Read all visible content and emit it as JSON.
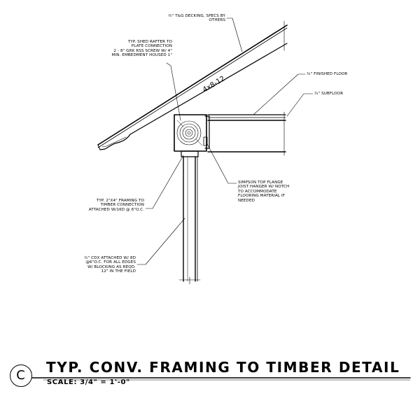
{
  "notes": {
    "decking": [
      "½\" T&G DECKING, SPECS BY",
      "OTHERS"
    ],
    "rafter_connection": [
      "TYP. SHED RAFTER TO",
      "PLATE CONNECTION",
      "2 - 8\" GRK RSS SCREW W/ 4\"",
      "MIN. EMBEDMENT HOUSED 1\""
    ],
    "rafter_size": "4x8-12",
    "finished_floor": "¾\" FINISHED FLOOR",
    "subfloor": "¾\" SUBFLOOR",
    "hanger": [
      "SIMPSON TOP FLANGE",
      "JOIST HANGER W/ NOTCH",
      "TO ACCOMMODATE",
      "FLOORING MATERIAL IF",
      "NEEDED"
    ],
    "framing": [
      "TYP. 2\"x4\" FRAMING TO",
      "TIMBER CONNECTION",
      "ATTACHED W/16d @ 6\"O.C."
    ],
    "sheathing": [
      "½\" CDX ATTACHED W/ 8d",
      "@6\"O.C. FOR ALL EDGES",
      "W/ BLOCKING AS REQD.",
      "12\" IN THE FIELD"
    ]
  },
  "title_block": {
    "detail_letter": "C",
    "title": "TYP. CONV. FRAMING TO TIMBER DETAIL",
    "scale": "SCALE:  3/4\" = 1'-0\""
  }
}
